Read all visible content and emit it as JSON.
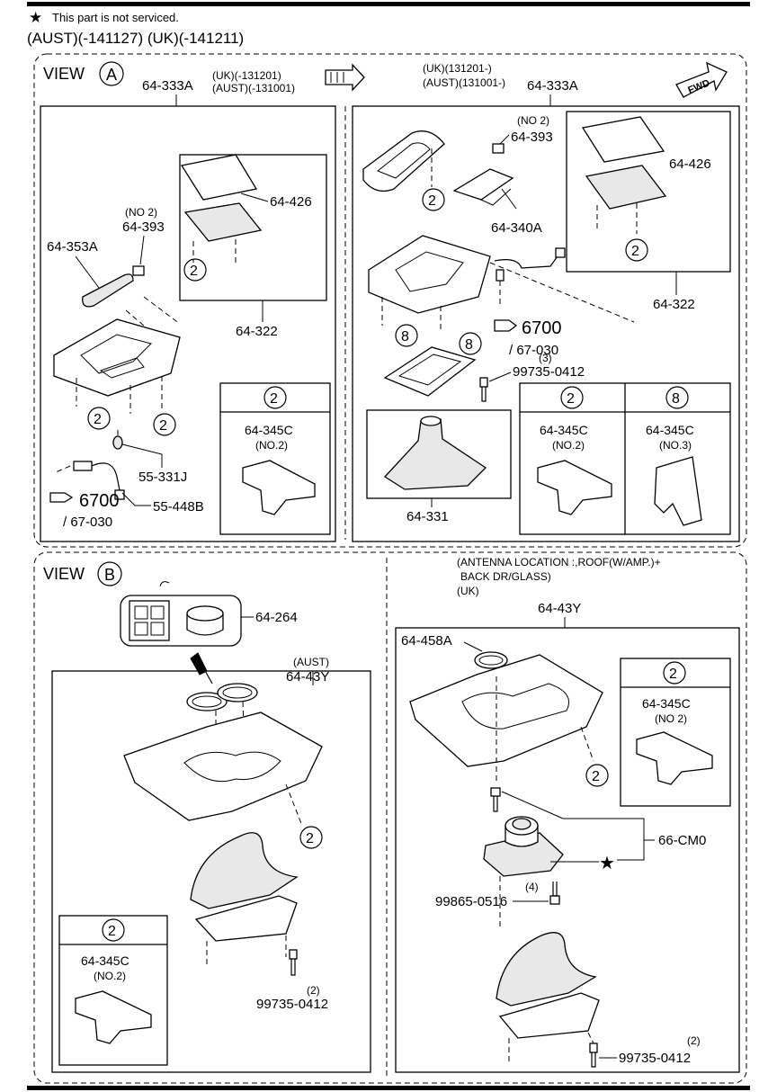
{
  "header": {
    "note_symbol": "★",
    "note_text": "This part is not serviced.",
    "applicability": "(AUST)(-141127) (UK)(-141211)"
  },
  "viewA": {
    "title": "VIEW",
    "letter": "A",
    "left": {
      "part_main": "64-333A",
      "qual1": "(UK)(-131201)",
      "qual2": "(AUST)(-131001)",
      "p_353a": "64-353A",
      "p_393_qty": "(NO 2)",
      "p_393": "64-393",
      "p_426": "64-426",
      "p_322": "64-322",
      "p_331j": "55-331J",
      "p_448b": "55-448B",
      "p_6700": "6700",
      "p_67030": "/ 67-030",
      "callout2": "2",
      "inset_num": "2",
      "inset_part": "64-345C",
      "inset_qty": "(NO.2)"
    },
    "right": {
      "qual1": "(UK)(131201-)",
      "qual2": "(AUST)(131001-)",
      "part_main": "64-333A",
      "p_393_qty": "(NO 2)",
      "p_393": "64-393",
      "p_426": "64-426",
      "p_340a": "64-340A",
      "p_322": "64-322",
      "p_6700": "6700",
      "p_67030": "/ 67-030",
      "p_bolt_qty": "(3)",
      "p_bolt": "99735-0412",
      "p_331": "64-331",
      "callout2": "2",
      "callout8": "8",
      "inset1_num": "2",
      "inset1_part": "64-345C",
      "inset1_qty": "(NO.2)",
      "inset2_num": "8",
      "inset2_part": "64-345C",
      "inset2_qty": "(NO.3)"
    },
    "fwd": "FWD"
  },
  "viewB": {
    "title": "VIEW",
    "letter": "B",
    "left": {
      "p_264": "64-264",
      "qual": "(AUST)",
      "part_main": "64-43Y",
      "callout2": "2",
      "inset_num": "2",
      "inset_part": "64-345C",
      "inset_qty": "(NO.2)",
      "p_bolt_qty": "(2)",
      "p_bolt": "99735-0412"
    },
    "right": {
      "note1": "(ANTENNA LOCATION :,ROOF(W/AMP.)+",
      "note2": "BACK DR/GLASS)",
      "note3": "(UK)",
      "part_main": "64-43Y",
      "p_458a": "64-458A",
      "callout2": "2",
      "inset_num": "2",
      "inset_part": "64-345C",
      "inset_qty": "(NO 2)",
      "p_cm0": "66-CM0",
      "star": "★",
      "p_screw_qty": "(4)",
      "p_screw": "99865-0516",
      "p_bolt_qty": "(2)",
      "p_bolt": "99735-0412"
    }
  }
}
